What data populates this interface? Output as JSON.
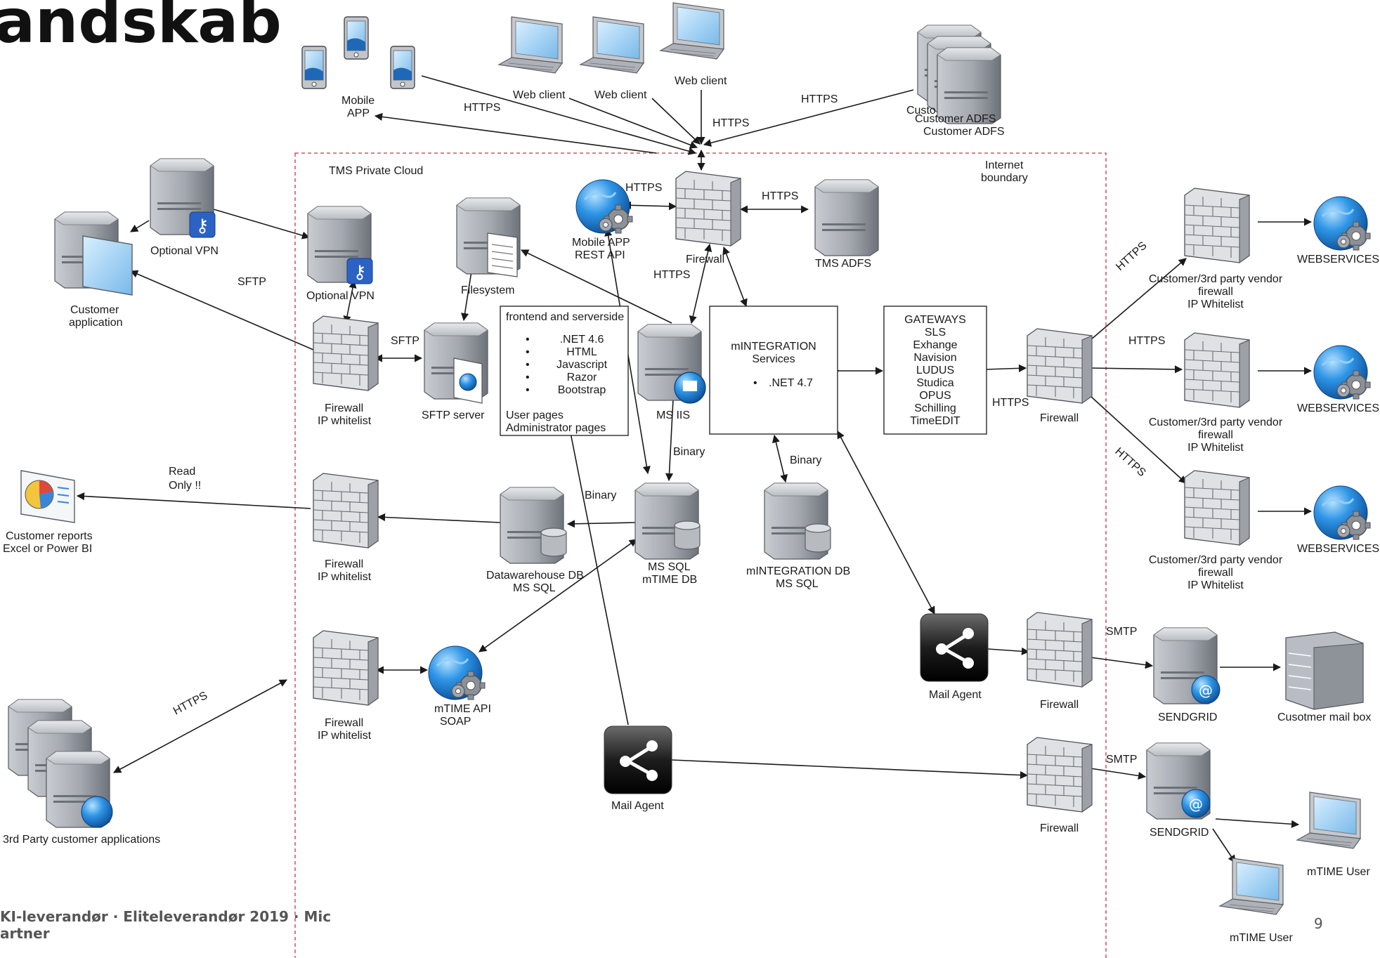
{
  "slide": {
    "title": "andskab",
    "footer_line1": "KI-leverandør · Eliteleverandør 2019 · Mic",
    "footer_line2": "artner",
    "page_number": "9"
  },
  "boundary": {
    "cloud_label": "TMS Private Cloud",
    "internet_label": [
      "Internet",
      "boundary"
    ]
  },
  "labels": {
    "mobile_app": [
      "Mobile",
      "APP"
    ],
    "web_client_1": "Web client",
    "web_client_2": "Web client",
    "web_client_3": "Web client",
    "customer_adfs": [
      "Customer ADFS",
      "Customer ADFS"
    ],
    "customer_adfs_partial": "Custo",
    "optional_vpn_outer": "Optional VPN",
    "customer_application": [
      "Customer",
      "application"
    ],
    "optional_vpn_inner": "Optional VPN",
    "filesystem": "Filesystem",
    "mobile_app_rest_api": [
      "Mobile APP",
      "REST API"
    ],
    "firewall_top": "Firewall",
    "tms_adfs": "TMS ADFS",
    "firewall_ip_whitelist_1": [
      "Firewall",
      "IP whitelist"
    ],
    "sftp_server": "SFTP server",
    "ms_iis": "MS IIS",
    "minteg_db": [
      "mINTEGRATION DB",
      "MS SQL"
    ],
    "ms_sql_mtime": [
      "MS SQL",
      "mTIME DB"
    ],
    "datawarehouse": [
      "Datawarehouse DB",
      "MS SQL"
    ],
    "firewall_ip_whitelist_2": [
      "Firewall",
      "IP whitelist"
    ],
    "customer_reports": [
      "Customer reports",
      "Excel or Power BI"
    ],
    "read_only": [
      "Read",
      "Only !!"
    ],
    "firewall_ip_whitelist_3": [
      "Firewall",
      "IP whitelist"
    ],
    "mtime_api": [
      "mTIME API",
      "SOAP"
    ],
    "third_party": "3rd Party customer applications",
    "mail_agent_1": "Mail Agent",
    "mail_agent_2": "Mail Agent",
    "firewall_gw": "Firewall",
    "firewall_mail_1": "Firewall",
    "firewall_mail_2": "Firewall",
    "sendgrid_1": "SENDGRID",
    "sendgrid_2": "SENDGRID",
    "mail_box": "Cusotmer mail box",
    "mtime_user_1": "mTIME User",
    "mtime_user_2": "mTIME User",
    "vendor_fw_1": [
      "Customer/3rd party vendor",
      "firewall",
      "IP Whitelist"
    ],
    "vendor_fw_2": [
      "Customer/3rd party vendor",
      "firewall",
      "IP Whitelist"
    ],
    "vendor_fw_3": [
      "Customer/3rd party vendor",
      "firewall",
      "IP Whitelist"
    ],
    "webservices_1": "WEBSERVICES",
    "webservices_2": "WEBSERVICES",
    "webservices_3": "WEBSERVICES"
  },
  "boxes": {
    "frontend": {
      "title": "frontend and serverside",
      "items": [
        ".NET 4.6",
        "HTML",
        "Javascript",
        "Razor",
        "Bootstrap"
      ],
      "footer": [
        "User pages",
        "Administrator pages"
      ]
    },
    "mintegration": {
      "title": [
        "mINTEGRATION",
        "Services"
      ],
      "items": [
        ".NET 4.7"
      ]
    },
    "gateways": {
      "lines": [
        "GATEWAYS",
        "SLS",
        "Exhange",
        "Navision",
        "LUDUS",
        "Studica",
        "OPUS",
        "Schilling",
        "TimeEDIT"
      ]
    }
  },
  "edge_labels": {
    "https_mobile": "HTTPS",
    "https_web": "HTTPS",
    "https_adfs": "HTTPS",
    "sftp_outer": "SFTP",
    "sftp_inner": "SFTP",
    "https_rest": "HTTPS",
    "https_tmsadfs": "HTTPS",
    "https_fw_iis": "HTTPS",
    "binary_iis": "Binary",
    "binary_minteg": "Binary",
    "binary_dw": "Binary",
    "https_vendor_1": "HTTPS",
    "https_vendor_2": "HTTPS",
    "https_vendor_3": "HTTPS",
    "https_gw": "HTTPS",
    "smtp_1": "SMTP",
    "smtp_2": "SMTP",
    "https_third": "HTTPS"
  },
  "colors": {
    "boundary": "#cc3344",
    "edge": "#1a1a1a",
    "server_body": "#9ea3aa",
    "globe": "#1f7fd0",
    "vpn_badge": "#2b62c4"
  }
}
